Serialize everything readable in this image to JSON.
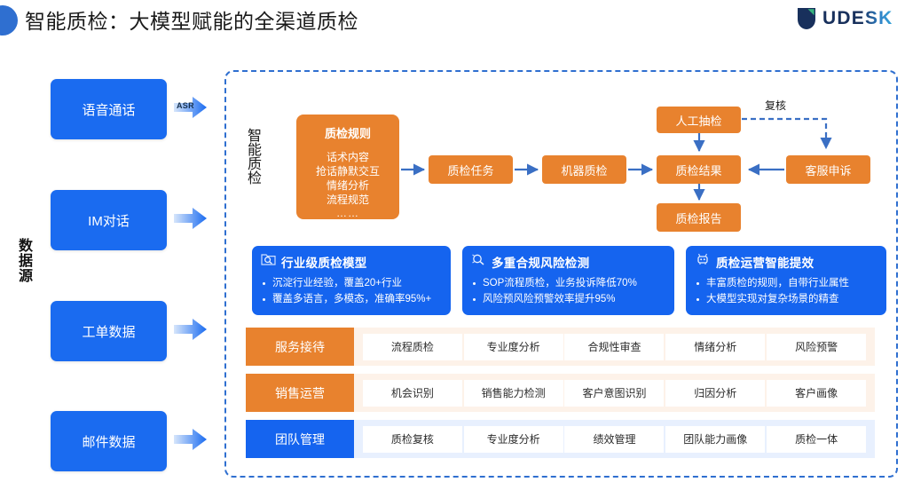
{
  "header": {
    "title": "智能质检：大模型赋能的全渠道质检",
    "logo_text": "UDESK",
    "accent_blue": "#2f6fd0",
    "logo_navy": "#18305c",
    "logo_green": "#36b37e"
  },
  "datasource": {
    "label": "数据源",
    "items": [
      {
        "label": "语音通话",
        "arrow_tag": "ASR"
      },
      {
        "label": "IM对话",
        "arrow_tag": ""
      },
      {
        "label": "工单数据",
        "arrow_tag": ""
      },
      {
        "label": "邮件数据",
        "arrow_tag": ""
      }
    ],
    "box_color": "#1a6bf0"
  },
  "flow": {
    "side_label": "智能质检",
    "rules_box": {
      "title": "质检规则",
      "lines": [
        "话术内容",
        "抢话静默交互",
        "情绪分析",
        "流程规范"
      ],
      "ellipsis": "……"
    },
    "nodes": {
      "task": "质检任务",
      "machine": "机器质检",
      "manual": "人工抽检",
      "result": "质检结果",
      "report": "质检报告",
      "appeal": "客服申诉"
    },
    "edge_label_review": "复核",
    "node_color": "#e8822e",
    "arrow_color": "#3a6fc4"
  },
  "feature_cards": [
    {
      "icon": "folder-search-icon",
      "title": "行业级质检模型",
      "bullets": [
        "沉淀行业经验，覆盖20+行业",
        "覆盖多语言，多模态，准确率95%+"
      ]
    },
    {
      "icon": "risk-magnifier-icon",
      "title": "多重合规风险检测",
      "bullets": [
        "SOP流程质检，业务投诉降低70%",
        "风险预风险预警效率提升95%"
      ]
    },
    {
      "icon": "robot-icon",
      "title": "质检运营智能提效",
      "bullets": [
        "丰富质检的规则，自带行业属性",
        "大模型实现对复杂场景的精查"
      ]
    }
  ],
  "matrix": {
    "rows": [
      {
        "head": "服务接待",
        "head_color": "#e8822e",
        "cells": [
          "流程质检",
          "专业度分析",
          "合规性审查",
          "情绪分析",
          "风险预警"
        ]
      },
      {
        "head": "销售运营",
        "head_color": "#e8822e",
        "cells": [
          "机会识别",
          "销售能力检测",
          "客户意图识别",
          "归因分析",
          "客户画像"
        ]
      },
      {
        "head": "团队管理",
        "head_color": "#1564ef",
        "cells": [
          "质检复核",
          "专业度分析",
          "绩效管理",
          "团队能力画像",
          "质检一体"
        ]
      }
    ]
  }
}
